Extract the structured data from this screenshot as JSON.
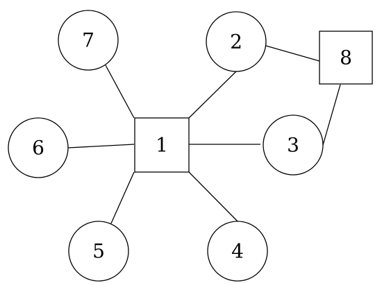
{
  "diagram": {
    "nodes": [
      {
        "id": "1",
        "label": "1",
        "shape": "square"
      },
      {
        "id": "2",
        "label": "2",
        "shape": "circle"
      },
      {
        "id": "3",
        "label": "3",
        "shape": "circle"
      },
      {
        "id": "4",
        "label": "4",
        "shape": "circle"
      },
      {
        "id": "5",
        "label": "5",
        "shape": "circle"
      },
      {
        "id": "6",
        "label": "6",
        "shape": "circle"
      },
      {
        "id": "7",
        "label": "7",
        "shape": "circle"
      },
      {
        "id": "8",
        "label": "8",
        "shape": "square"
      }
    ],
    "edges": [
      {
        "from": "1",
        "to": "7"
      },
      {
        "from": "1",
        "to": "2"
      },
      {
        "from": "1",
        "to": "6"
      },
      {
        "from": "1",
        "to": "3"
      },
      {
        "from": "1",
        "to": "5"
      },
      {
        "from": "1",
        "to": "4"
      },
      {
        "from": "2",
        "to": "8"
      },
      {
        "from": "3",
        "to": "8"
      }
    ],
    "colors": {
      "stroke": "#000000",
      "fill": "#ffffff"
    }
  }
}
